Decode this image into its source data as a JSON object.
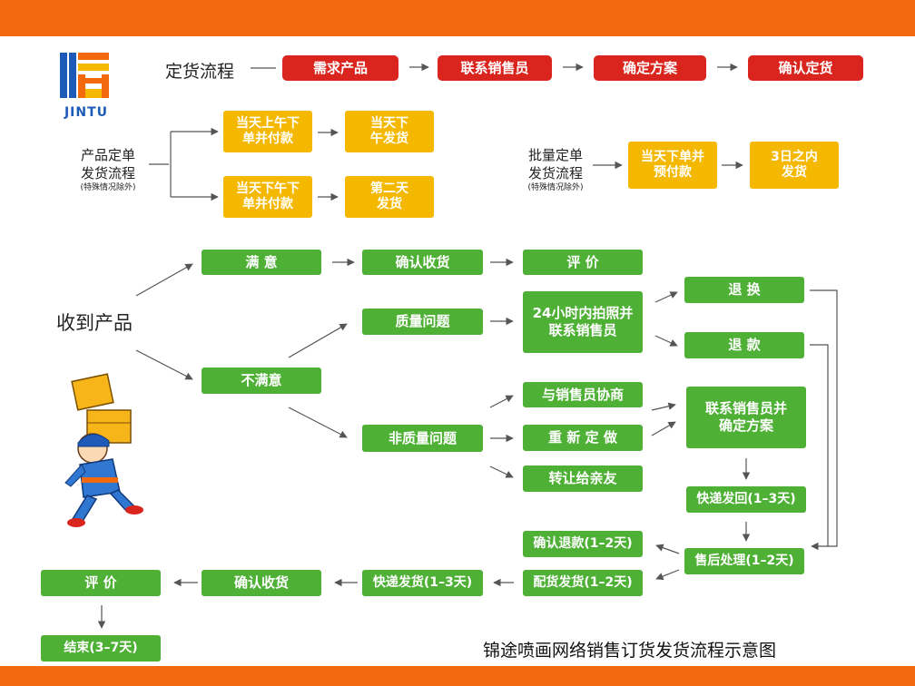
{
  "colors": {
    "orange": "#f26a0d",
    "red": "#d9251d",
    "yellow": "#f5b800",
    "green": "#4fb036"
  },
  "logo": {
    "text": "JINTU"
  },
  "order_flow": {
    "label": "定货流程",
    "steps": [
      "需求产品",
      "联系销售员",
      "确定方案",
      "确认定货"
    ]
  },
  "product_flow": {
    "label_line1": "产品定单",
    "label_line2": "发货流程",
    "note": "(特殊情况除外)",
    "am_pay": "当天上午下单并付款",
    "am_ship": "当天下午发货",
    "pm_pay": "当天下午下单并付款",
    "pm_ship": "第二天发货"
  },
  "batch_flow": {
    "label_line1": "批量定单",
    "label_line2": "发货流程",
    "note": "(特殊情况除外)",
    "pay": "当天下单并预付款",
    "ship": "3日之内发货"
  },
  "receive": {
    "title": "收到产品",
    "satisfied": "满 意",
    "confirm_receipt": "确认收货",
    "review": "评 价",
    "unsatisfied": "不满意",
    "quality_issue": "质量问题",
    "photo_contact": "24小时内拍照并联系销售员",
    "exchange": "退 换",
    "refund": "退 款",
    "non_quality_issue": "非质量问题",
    "negotiate": "与销售员协商",
    "remake": "重 新 定 做",
    "transfer": "转让给亲友",
    "contact_plan": "联系销售员并确定方案",
    "express_return": "快递发回(1–3天)",
    "after_sales": "售后处理(1–2天)",
    "refund_confirm": "确认退款(1–2天)",
    "dispatch": "配货发货(1–2天)",
    "express_ship": "快递发货(1–3天)",
    "confirm_receipt2": "确认收货",
    "review2": "评 价",
    "end": "结束(3–7天)"
  },
  "caption": "锦途喷画网络销售订货发货流程示意图"
}
